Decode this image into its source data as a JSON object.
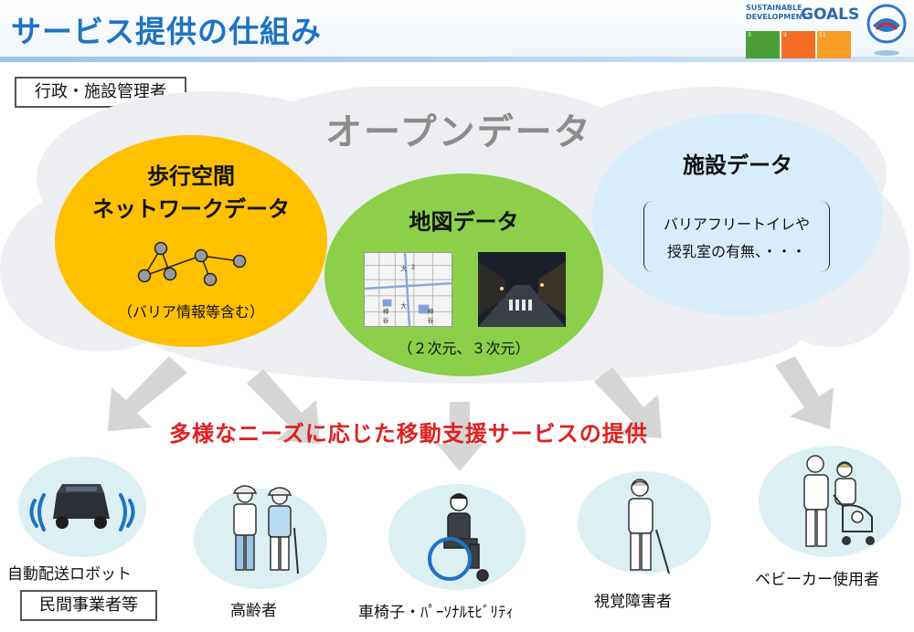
{
  "header": {
    "title": "サービス提供の仕組み",
    "sdg_sustainable": "SUSTAINABLE",
    "sdg_development": "DEVELOPMENT",
    "sdg_goals": "GOALS",
    "sdg_tiles": [
      {
        "num": "3",
        "color": "#4c9f38"
      },
      {
        "num": "9",
        "color": "#f36d25"
      },
      {
        "num": "11",
        "color": "#f99d26"
      }
    ]
  },
  "admin_label": "行政・施設管理者",
  "open_data_title": "オープンデータ",
  "circles": {
    "walk": {
      "title_line1": "歩行空間",
      "title_line2": "ネットワークデータ",
      "note": "（バリア情報等含む）",
      "color": "#ffc000"
    },
    "map": {
      "title": "地図データ",
      "note": "（２次元、３次元）",
      "color": "#8bcf4a"
    },
    "facility": {
      "title": "施設データ",
      "detail_line1": "バリアフリートイレや",
      "detail_line2": "授乳室の有無、・・・",
      "color": "#d9ecfa"
    }
  },
  "slogan": "多様なニーズに応じた移動支援サービスの提供",
  "slogan_color": "#e02020",
  "users": [
    {
      "label": "自動配送ロボット",
      "icon": "delivery-robot-icon"
    },
    {
      "label": "高齢者",
      "icon": "elderly-couple-icon"
    },
    {
      "label": "車椅子・ﾊﾟｰｿﾅﾙﾓﾋﾞﾘﾃｨ",
      "icon": "wheelchair-user-icon"
    },
    {
      "label": "視覚障害者",
      "icon": "visually-impaired-icon"
    },
    {
      "label": "ベビーカー使用者",
      "icon": "stroller-family-icon"
    }
  ],
  "business_label": "民間事業者等",
  "accent_color": "#1f73c1"
}
